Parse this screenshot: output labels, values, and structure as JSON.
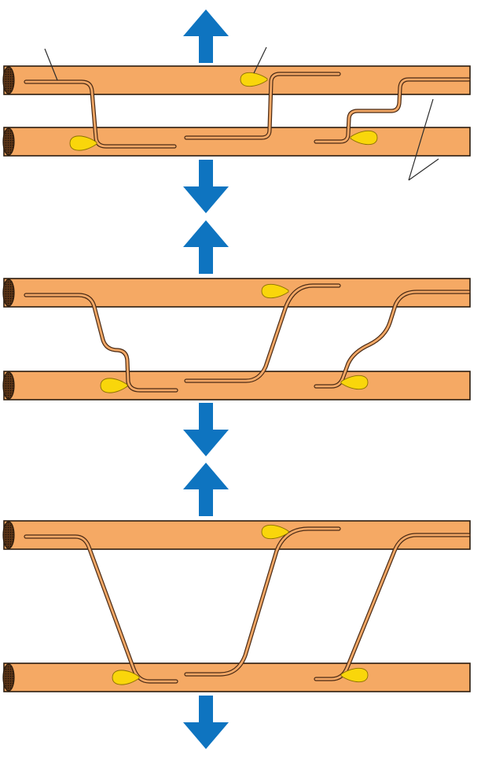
{
  "colors": {
    "fiber_fill": "#F5A964",
    "fiber_outline": "#2B1C0E",
    "fiber_end": "#4A2A12",
    "filament_fill": "#F3A866",
    "filament_outline": "#4A2A14",
    "nucleus_fill": "#F9D60B",
    "nucleus_outline": "#8A7000",
    "arrow_fill": "#0E74C0",
    "leader_line": "#2B2B2B",
    "background": "#FFFFFF"
  },
  "icons": {
    "arrow_up": "arrow-up-icon",
    "arrow_down": "arrow-down-icon"
  },
  "panels": [
    {
      "id": "panel-1",
      "stage": "compact"
    },
    {
      "id": "panel-2",
      "stage": "stretching"
    },
    {
      "id": "panel-3",
      "stage": "extended"
    }
  ],
  "labels": []
}
